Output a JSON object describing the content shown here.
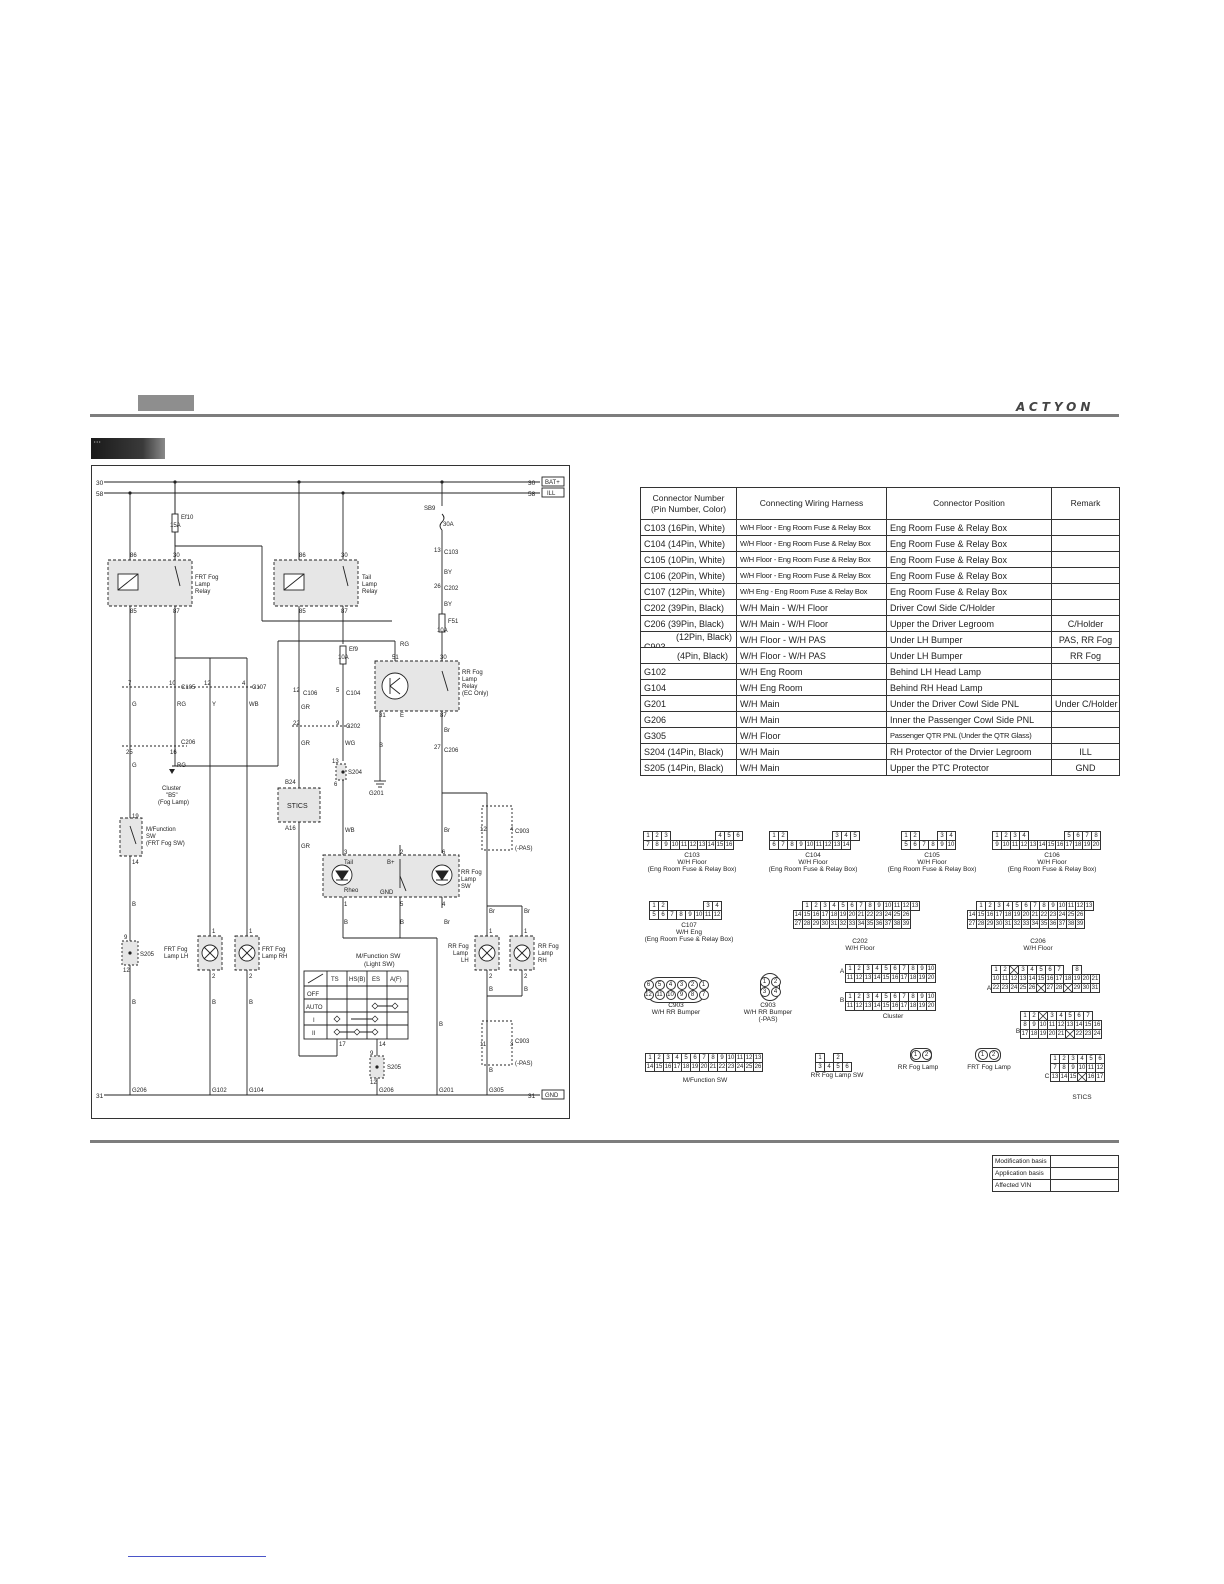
{
  "header": {
    "brand": "ACTYON"
  },
  "schematic": {
    "rails": {
      "top_left": "30",
      "top_right": "30",
      "top_tag": "BAT+",
      "ill_left": "58",
      "ill_right": "58",
      "ill_tag": "ILL",
      "gnd_left": "31",
      "gnd_right": "31",
      "gnd_tag": "GND"
    },
    "fuses": {
      "ef10": "Ef10",
      "ef10_amp": "15A",
      "ef9": "Ef9",
      "ef9_amp": "10A",
      "sb9": "SB9",
      "sb9_amp": "30A",
      "f51": "F51",
      "f51_amp": "10A"
    },
    "frt_relay": {
      "label1": "FRT Fog",
      "label2": "Lamp",
      "label3": "Relay",
      "p86": "86",
      "p30": "30",
      "p85": "85",
      "p87": "87"
    },
    "tail_relay": {
      "label1": "Tail",
      "label2": "Lamp",
      "label3": "Relay",
      "p86": "86",
      "p30": "30",
      "p85": "85",
      "p87": "87"
    },
    "rr_relay": {
      "label1": "RR Fog",
      "label2": "Lamp",
      "label3": "Relay",
      "label4": "(EC Only)",
      "p51": "51",
      "p30": "30",
      "p31": "31",
      "pE": "E",
      "p87": "87"
    },
    "wires": {
      "G": "G",
      "RG": "RG",
      "Y": "Y",
      "WB": "WB",
      "GR": "GR",
      "WG": "WG",
      "B": "B",
      "BY": "BY",
      "Br": "Br",
      "RG2": "RG"
    },
    "connectors": {
      "c103": "C103",
      "c202": "C202",
      "c105": "C105",
      "c107": "C107",
      "c106": "C106",
      "c104": "C104",
      "c206": "C206",
      "c903": "C903",
      "pas": "(-PAS)",
      "s204": "S204",
      "s205": "S205"
    },
    "pins": {
      "p13": "13",
      "p26": "26",
      "p7": "7",
      "p10": "10",
      "p12": "12",
      "p4": "4",
      "p5": "5",
      "p22": "22",
      "p9": "9",
      "p25": "25",
      "p16": "16",
      "p27": "27",
      "p19": "19",
      "p14": "14",
      "p1": "1",
      "p2": "2",
      "p3": "3",
      "p6": "6",
      "p11": "11",
      "p17": "17"
    },
    "cluster_text": {
      "l1": "Cluster",
      "l2": "\"B5\"",
      "l3": "(Fog Lamp)"
    },
    "stics": {
      "label": "STICS",
      "top": "B24",
      "bottom": "A16"
    },
    "mfsw": {
      "l1": "M/Function",
      "l2": "SW",
      "l3": "(FRT Fog SW)"
    },
    "rr_sw": {
      "tail": "Tail",
      "rheo": "Rheo",
      "bplus": "B+",
      "gnd": "GND",
      "l1": "RR Fog",
      "l2": "Lamp",
      "l3": "SW"
    },
    "lamps": {
      "frt_lh1": "FRT Fog",
      "frt_lh2": "Lamp LH",
      "frt_rh1": "FRT Fog",
      "frt_rh2": "Lamp RH",
      "rr_lh1": "RR Fog",
      "rr_lh2": "Lamp",
      "rr_lh3": "LH",
      "rr_rh1": "RR Fog",
      "rr_rh2": "Lamp",
      "rr_rh3": "RH"
    },
    "light_sw": {
      "title1": "M/Function SW",
      "title2": "(Light SW)",
      "cols": [
        "TS",
        "HS(B)",
        "ES",
        "A(F)"
      ],
      "rows": [
        "OFF",
        "AUTO",
        "I",
        "II"
      ]
    },
    "grounds": {
      "g206a": "G206",
      "g102": "G102",
      "g104": "G104",
      "g206b": "G206",
      "g201b": "G201",
      "g305": "G305",
      "g201": "G201"
    }
  },
  "connector_table": {
    "headers": [
      "Connector Number (Pin Number, Color)",
      "Connecting Wiring Harness",
      "Connector Position",
      "Remark"
    ],
    "rows": [
      {
        "num": "C103 (16Pin, White)",
        "harness": "W/H Floor - Eng Room Fuse & Relay Box",
        "pos": "Eng Room Fuse & Relay Box",
        "remark": ""
      },
      {
        "num": "C104 (14Pin, White)",
        "harness": "W/H Floor - Eng Room Fuse & Relay Box",
        "pos": "Eng Room Fuse & Relay Box",
        "remark": ""
      },
      {
        "num": "C105 (10Pin, White)",
        "harness": "W/H Floor - Eng Room Fuse & Relay Box",
        "pos": "Eng Room Fuse & Relay Box",
        "remark": ""
      },
      {
        "num": "C106 (20Pin, White)",
        "harness": "W/H Floor - Eng Room Fuse & Relay Box",
        "pos": "Eng Room Fuse & Relay Box",
        "remark": ""
      },
      {
        "num": "C107 (12Pin, White)",
        "harness": "W/H Eng - Eng Room Fuse & Relay Box",
        "pos": "Eng Room Fuse & Relay Box",
        "remark": ""
      },
      {
        "num": "C202 (39Pin, Black)",
        "harness": "W/H Main - W/H Floor",
        "pos": "Driver Cowl Side C/Holder",
        "remark": ""
      },
      {
        "num": "C206 (39Pin, Black)",
        "harness": "W/H Main - W/H Floor",
        "pos": "Upper the Driver Legroom",
        "remark": "C/Holder"
      },
      {
        "num": "C903",
        "sub": "(12Pin, Black)",
        "harness": "W/H Floor - W/H PAS",
        "pos": "Under LH Bumper",
        "remark": "PAS, RR Fog"
      },
      {
        "num": "",
        "sub": "(4Pin, Black)",
        "harness": "W/H Floor - W/H PAS",
        "pos": "Under LH Bumper",
        "remark": "RR Fog"
      },
      {
        "num": "G102",
        "harness": "W/H Eng Room",
        "pos": "Behind LH Head Lamp",
        "remark": ""
      },
      {
        "num": "G104",
        "harness": "W/H Eng Room",
        "pos": "Behind RH Head Lamp",
        "remark": ""
      },
      {
        "num": "G201",
        "harness": "W/H Main",
        "pos": "Under the Driver Cowl Side PNL",
        "remark": "Under C/Holder"
      },
      {
        "num": "G206",
        "harness": "W/H Main",
        "pos": "Inner the Passenger Cowl Side PNL",
        "remark": ""
      },
      {
        "num": "G305",
        "harness": "W/H Floor",
        "pos": "Passenger QTR PNL (Under the QTR Glass)",
        "remark": ""
      },
      {
        "num": "S204 (14Pin, Black)",
        "harness": "W/H Main",
        "pos": "RH Protector of the Drvier Legroom",
        "remark": "ILL"
      },
      {
        "num": "S205 (14Pin, Black)",
        "harness": "W/H Main",
        "pos": "Upper the PTC Protector",
        "remark": "GND"
      }
    ]
  },
  "connector_views": {
    "c103": {
      "name": "C103",
      "sub": "W/H Floor",
      "pos": "(Eng Room Fuse & Relay Box)"
    },
    "c104": {
      "name": "C104",
      "sub": "W/H Floor",
      "pos": "(Eng Room Fuse & Relay Box)"
    },
    "c105": {
      "name": "C105",
      "sub": "W/H Floor",
      "pos": "(Eng Room Fuse & Relay Box)"
    },
    "c106": {
      "name": "C106",
      "sub": "W/H Floor",
      "pos": "(Eng Room Fuse & Relay Box)"
    },
    "c107": {
      "name": "C107",
      "sub": "W/H Eng",
      "pos": "(Eng Room Fuse & Relay Box)"
    },
    "c202": {
      "name": "C202",
      "sub": "W/H Floor"
    },
    "c206": {
      "name": "C206",
      "sub": "W/H Floor"
    },
    "c903a": {
      "name": "C903",
      "sub": "W/H RR Bumper"
    },
    "c903b": {
      "name": "C903",
      "sub": "W/H RR Bumper",
      "pos": "(-PAS)"
    },
    "cluster": {
      "name": "Cluster",
      "a": "A",
      "b": "B"
    },
    "stics": {
      "name": "STICS",
      "a": "A",
      "b": "B",
      "c": "C"
    },
    "mfsw": {
      "name": "M/Function SW"
    },
    "rrsw": {
      "name": "RR Fog Lamp SW"
    },
    "rrlamp": {
      "name": "RR Fog Lamp"
    },
    "frtlamp": {
      "name": "FRT Fog Lamp"
    }
  },
  "modification": {
    "rows": [
      "Modification basis",
      "Application basis",
      "Affected VIN"
    ]
  }
}
